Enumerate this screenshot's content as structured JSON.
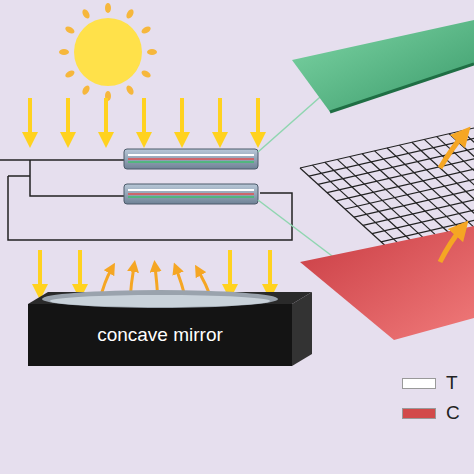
{
  "diagram": {
    "nodes": [
      {
        "text": [
          "concave mirror"
        ]
      }
    ],
    "legend": [
      {
        "text": "T",
        "color": "#ffffff"
      },
      {
        "text": "C",
        "color": "#d24a4a"
      }
    ]
  }
}
